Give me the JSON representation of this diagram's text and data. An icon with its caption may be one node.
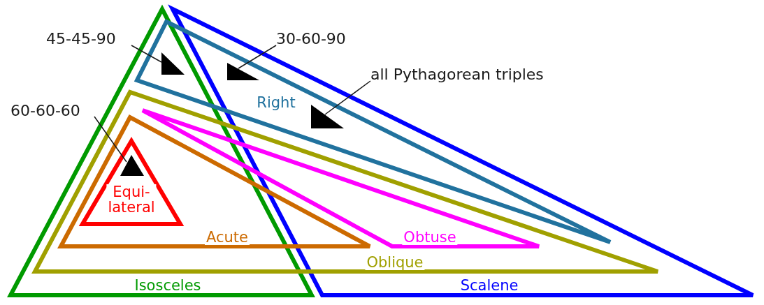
{
  "diagram": {
    "nodes": [
      {
        "text": [
          "Isosceles"
        ]
      },
      {
        "text": [
          "Scalene"
        ]
      },
      {
        "text": [
          "Right"
        ]
      },
      {
        "text": [
          "Oblique"
        ]
      },
      {
        "text": [
          "Acute"
        ],
        "in": 3
      },
      {
        "text": [
          "Obtuse"
        ],
        "in": 3
      },
      {
        "text": [
          "Equi- lateral"
        ],
        "in": 4
      },
      {
        "text": [
          "45-45-90"
        ]
      },
      {
        "text": [],
        "shape": "triangle"
      },
      {
        "text": [
          "30-60-90"
        ]
      },
      {
        "text": [],
        "shape": "triangle",
        "in": 2
      },
      {
        "text": [
          "all Pythagorean triples"
        ]
      },
      {
        "text": [],
        "shape": "triangle",
        "in": 2
      },
      {
        "text": [
          "60-60-60"
        ]
      },
      {
        "text": [],
        "shape": "triangle",
        "in": 6
      }
    ],
    "edges": [
      {
        "from": 7,
        "to": 8,
        "arrow": "none"
      },
      {
        "from": 9,
        "to": 10,
        "arrow": "none"
      },
      {
        "from": 11,
        "to": 12,
        "arrow": "none"
      },
      {
        "from": 13,
        "to": 14,
        "arrow": "none"
      }
    ]
  }
}
